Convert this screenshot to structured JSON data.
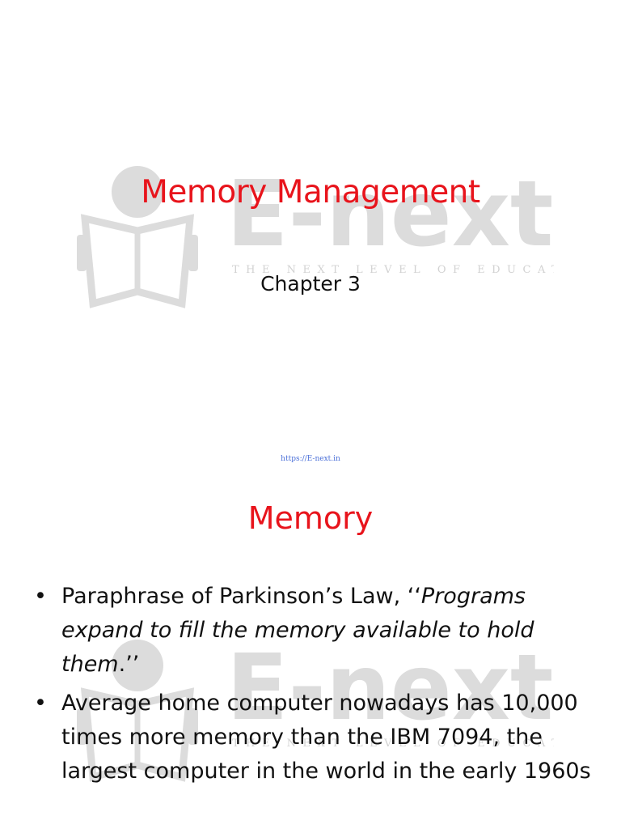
{
  "watermark": {
    "brand": "E-next",
    "tagline": "THE NEXT LEVEL OF EDUCATION",
    "color": "#dcdcdc",
    "icon": "open-book-person-icon"
  },
  "slide1": {
    "title": "Memory Management",
    "subtitle": "Chapter 3",
    "footer_url": "https://E-next.in"
  },
  "slide2": {
    "title": "Memory",
    "bullets": [
      {
        "prefix": "Paraphrase of Parkinson’s Law, ‘‘",
        "italic": "Programs expand to fill the memory available to hold them",
        "suffix": ".’’"
      },
      {
        "text": "Average home computer nowadays has 10,000 times more memory than the IBM 7094, the largest computer in the world in the early 1960s"
      }
    ]
  },
  "colors": {
    "title_red": "#e8141c",
    "link_blue": "#4a6fd8"
  }
}
